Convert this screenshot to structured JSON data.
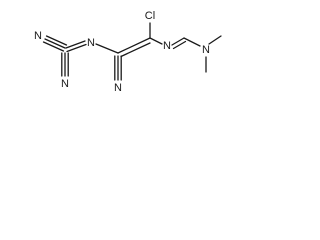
{
  "structure": {
    "atom_labels": {
      "n_nitrile_top": "N",
      "n_nitrile_bottom": "N",
      "n_imine_left": "N",
      "cl": "Cl",
      "n_imine_right": "N",
      "n_nitrile_lower": "N",
      "n_amine": "N"
    },
    "colors": {
      "bond": "#1a1a1a",
      "label": "#1a1a1a"
    }
  }
}
